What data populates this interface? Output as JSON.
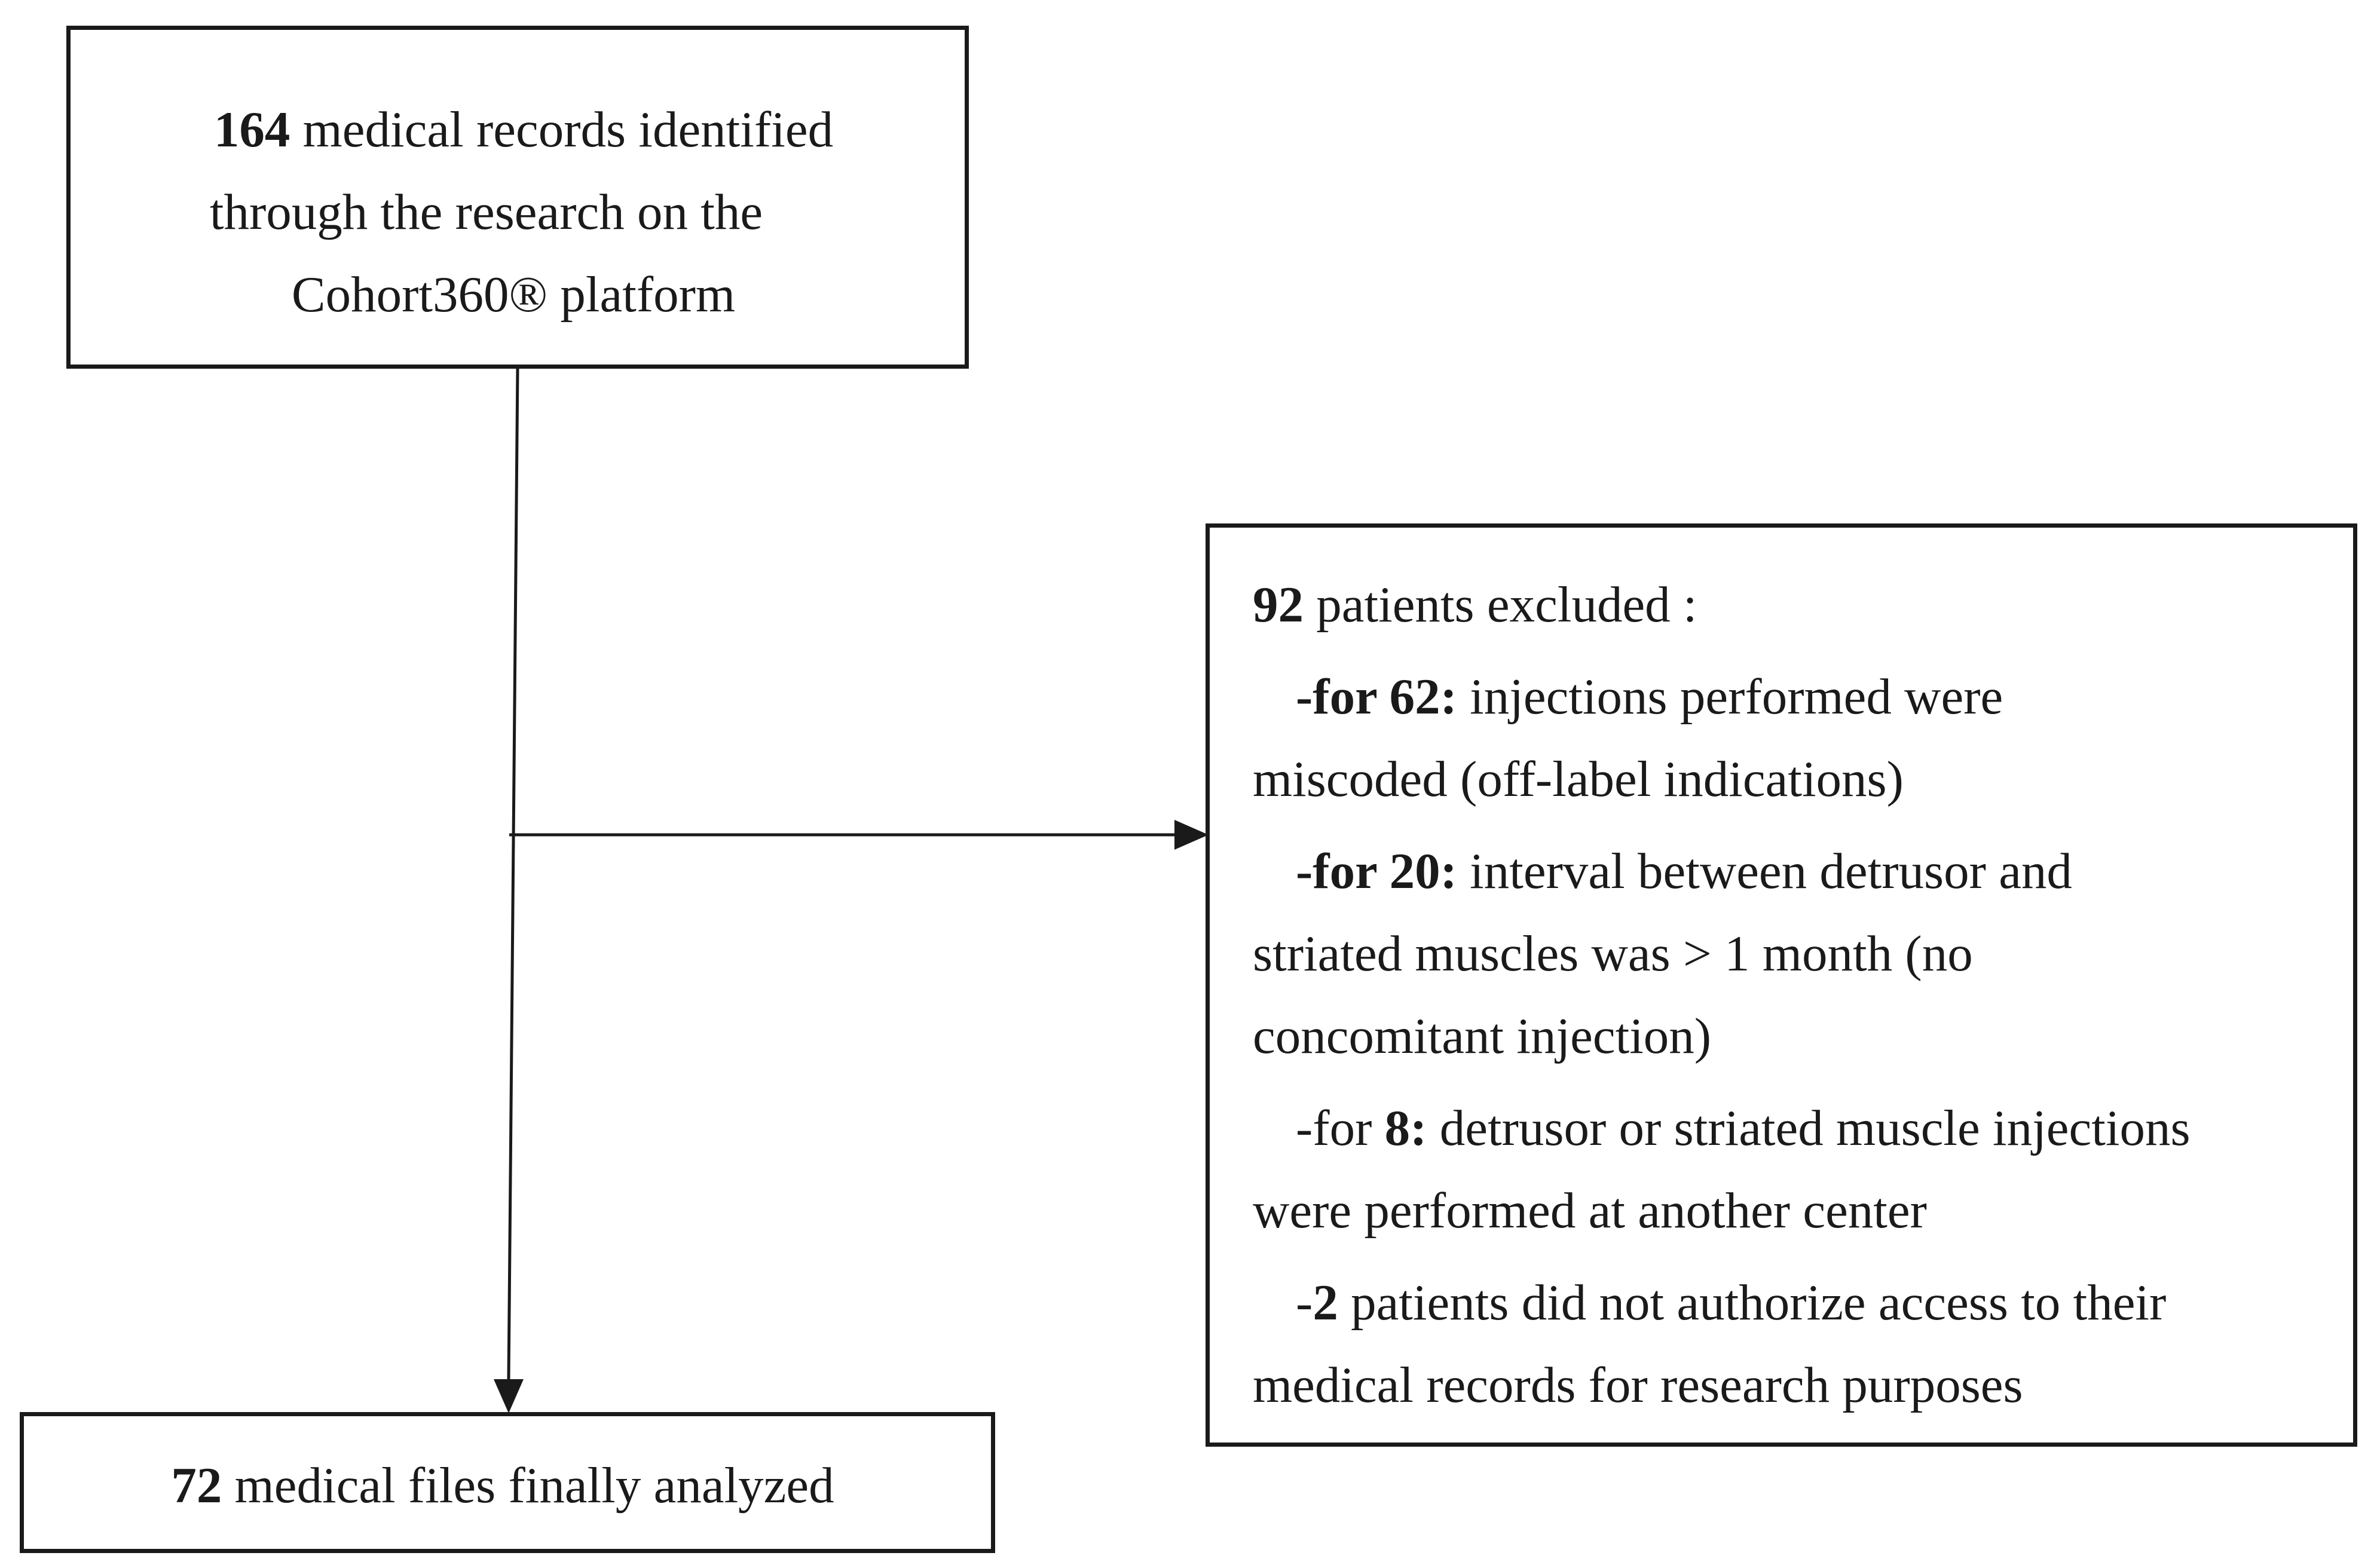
{
  "top_box": {
    "count": "164",
    "line1_rest": " medical records identified",
    "line2": "through the research on the",
    "line3": "Cohort360® platform"
  },
  "exclusion_box": {
    "count": "92",
    "header_rest": " patients excluded :",
    "item1": {
      "prefix": "-for ",
      "count": "62:",
      "rest": " injections performed were",
      "line2": "miscoded (off-label indications)"
    },
    "item2": {
      "prefix": "-for ",
      "count": "20:",
      "rest": " interval between detrusor and",
      "line2": "striated muscles was > 1 month (no",
      "line3": "concomitant injection)"
    },
    "item3": {
      "prefix": "-for ",
      "count": "8:",
      "rest": " detrusor or striated muscle injections",
      "line2": "were performed at another center"
    },
    "item4": {
      "prefix": "-",
      "count": "2",
      "rest": " patients did not authorize access to their",
      "line2": "medical records for research purposes"
    }
  },
  "bottom_box": {
    "count": "72",
    "rest": " medical files finally analyzed"
  }
}
